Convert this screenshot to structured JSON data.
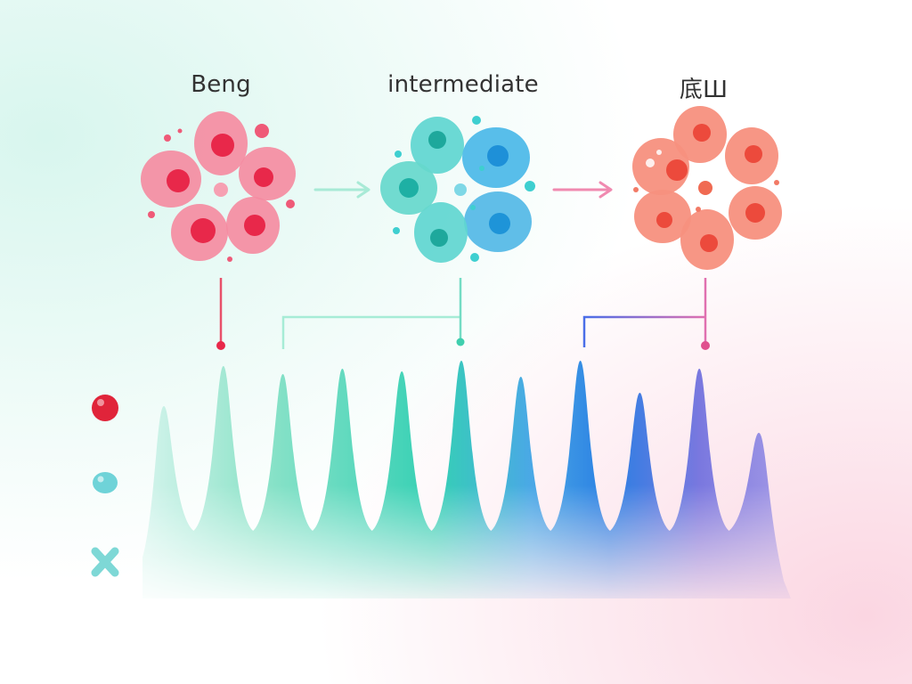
{
  "stages": [
    {
      "label": "Beng",
      "color": "#e8284a",
      "petal_color": "#f58aa0"
    },
    {
      "label": "intermediate",
      "color": "#1ec0b4",
      "petal_color": "#5fd6d0"
    },
    {
      "label": "底Ш",
      "color": "#ec4a3c",
      "petal_color": "#f7907e"
    }
  ],
  "legend": [
    {
      "icon": "red-dot-icon",
      "color": "#e0243a"
    },
    {
      "icon": "teal-dot-icon",
      "color": "#6fd3d8"
    },
    {
      "icon": "teal-cross-icon",
      "color": "#7ed8d6"
    }
  ],
  "spectrum": {
    "peak_levels": [
      0.72,
      0.87,
      0.84,
      0.86,
      0.85,
      0.89,
      0.83,
      0.89,
      0.77,
      0.86,
      0.62
    ],
    "gradient_colors": [
      "#d4f4ec",
      "#8ee3c9",
      "#35d0b4",
      "#4aa8e6",
      "#2a7fe3",
      "#7a78df",
      "#a49ae6"
    ]
  },
  "background": {
    "top_left": "#d8f6ee",
    "bottom_right": "#fbd6e2"
  }
}
